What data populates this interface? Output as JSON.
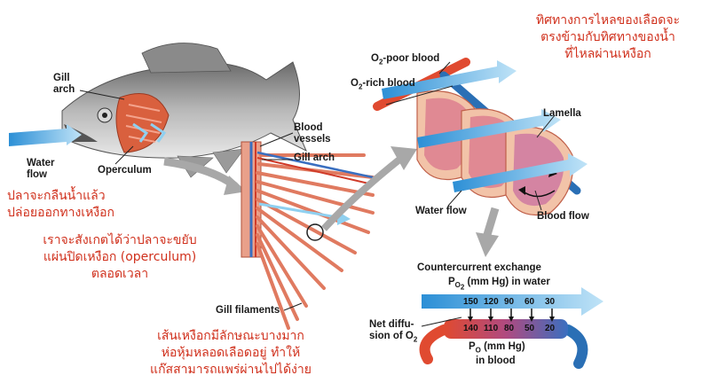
{
  "labels": {
    "gill_arch_fish": [
      "Gill",
      "arch"
    ],
    "water_flow_fish": [
      "Water",
      "flow"
    ],
    "operculum": "Operculum",
    "blood_vessels": [
      "Blood",
      "vessels"
    ],
    "gill_arch": "Gill arch",
    "gill_filaments": "Gill filaments",
    "o2_poor_blood": {
      "pre": "O",
      "sub": "2",
      "post": "-poor blood"
    },
    "o2_rich_blood": {
      "pre": "O",
      "sub": "2",
      "post": "-rich blood"
    },
    "lamella": "Lamella",
    "water_flow": "Water flow",
    "blood_flow": "Blood flow",
    "countercurrent_title": "Countercurrent exchange",
    "po_water": {
      "pre": "P",
      "sub": "O",
      "sub2": "2",
      "post": " (mm Hg) in water"
    },
    "po_blood": {
      "pre": "P",
      "sub": "O",
      "post": " (mm Hg)",
      "line2": "in blood"
    },
    "net_diffusion": {
      "line1": "Net diffu-",
      "pre": "sion of O",
      "sub": "2"
    }
  },
  "notes": {
    "thai_direction": [
      "ทิศทางการไหลของเลือดจะ",
      "ตรงข้ามกับทิศทางของน้ำ",
      "ที่ไหลผ่านเหงือก"
    ],
    "thai_water_out": [
      "ปลาจะกลืนน้ำแล้ว",
      "ปล่อยออกทางเหงือก"
    ],
    "thai_operculum": [
      "เราจะสังเกตได้ว่าปลาจะขยับ",
      "แผ่นปิดเหงือก (operculum)",
      "ตลอดเวลา"
    ],
    "thai_filaments": [
      "เส้นเหงือกมีลักษณะบางมาก",
      "ห่อหุ้มหลอดเลือดอยู่ ทำให้",
      "แก๊สสามารถแพร่ผ่านไปได้ง่าย"
    ]
  },
  "chart_data": {
    "type": "diagram",
    "water_po2": [
      150,
      120,
      90,
      60,
      30
    ],
    "blood_po2": [
      140,
      110,
      80,
      50,
      20
    ]
  },
  "colors": {
    "annotation": "#d0301c",
    "water_arrow": "#4aa8e0",
    "blood_rich": "#e0452f",
    "blood_poor": "#2a6fb5",
    "filament": "#e8866a"
  }
}
